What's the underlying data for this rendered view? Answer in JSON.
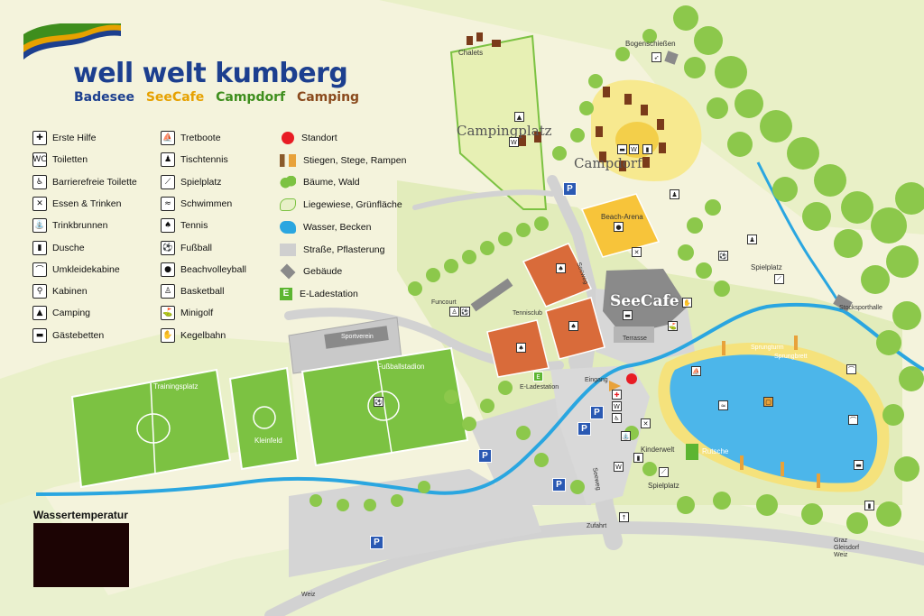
{
  "brand": {
    "name": "well welt kumberg",
    "sub": [
      "Badesee",
      "SeeCafe",
      "Campdorf",
      "Camping"
    ],
    "sub_colors": [
      "#1c3f8f",
      "#e6a100",
      "#3e8e1d",
      "#8a4a1d"
    ],
    "wave_colors": [
      "#1c3f8f",
      "#e6a100",
      "#3e8e1d"
    ]
  },
  "legend_col1": [
    {
      "icon": "first-aid-icon",
      "glyph": "✚",
      "label": "Erste Hilfe"
    },
    {
      "icon": "wc-icon",
      "glyph": "WC",
      "label": "Toiletten"
    },
    {
      "icon": "accessible-wc-icon",
      "glyph": "♿",
      "label": "Barrierefreie Toilette"
    },
    {
      "icon": "food-drink-icon",
      "glyph": "✕",
      "label": "Essen & Trinken"
    },
    {
      "icon": "fountain-icon",
      "glyph": "⛲",
      "label": "Trinkbrunnen"
    },
    {
      "icon": "shower-icon",
      "glyph": "▮",
      "label": "Dusche"
    },
    {
      "icon": "changing-room-icon",
      "glyph": "⌒",
      "label": "Umkleidekabine"
    },
    {
      "icon": "cabin-icon",
      "glyph": "⚲",
      "label": "Kabinen"
    },
    {
      "icon": "camping-icon",
      "glyph": "▲",
      "label": "Camping"
    },
    {
      "icon": "guest-bed-icon",
      "glyph": "▬",
      "label": "Gästebetten"
    }
  ],
  "legend_col2": [
    {
      "icon": "pedal-boat-icon",
      "glyph": "⛵",
      "label": "Tretboote"
    },
    {
      "icon": "table-tennis-icon",
      "glyph": "♟",
      "label": "Tischtennis"
    },
    {
      "icon": "playground-icon",
      "glyph": "⟋",
      "label": "Spielplatz"
    },
    {
      "icon": "swimming-icon",
      "glyph": "≈",
      "label": "Schwimmen"
    },
    {
      "icon": "tennis-icon",
      "glyph": "♠",
      "label": "Tennis"
    },
    {
      "icon": "football-icon",
      "glyph": "⚽",
      "label": "Fußball"
    },
    {
      "icon": "beachvolleyball-icon",
      "glyph": "●",
      "label": "Beachvolleyball"
    },
    {
      "icon": "basketball-icon",
      "glyph": "♙",
      "label": "Basketball"
    },
    {
      "icon": "minigolf-icon",
      "glyph": "⛳",
      "label": "Minigolf"
    },
    {
      "icon": "bowling-icon",
      "glyph": "✋",
      "label": "Kegelbahn"
    }
  ],
  "legend_col3": [
    {
      "type": "dot",
      "color": "#e81c24",
      "label": "Standort"
    },
    {
      "type": "stairs",
      "color": "#e8a23a",
      "label": "Stiegen, Stege, Rampen"
    },
    {
      "type": "trees",
      "color": "#7cc242",
      "label": "Bäume, Wald"
    },
    {
      "type": "lawn",
      "color": "#e8f0c8",
      "label": "Liegewiese, Grünfläche"
    },
    {
      "type": "water",
      "color": "#2aa6e0",
      "label": "Wasser, Becken"
    },
    {
      "type": "road",
      "color": "#cfcfcf",
      "label": "Straße, Pflasterung"
    },
    {
      "type": "building",
      "color": "#8a8a8a",
      "label": "Gebäude"
    },
    {
      "type": "e-station",
      "color": "#5cb531",
      "label": "E-Ladestation"
    }
  ],
  "map_labels": {
    "chalets": "Chalets",
    "campingplatz": "Campingplatz",
    "campdorf": "Campdorf",
    "bogenschiessen": "Bogenschießen",
    "beach_arena": "Beach-Arena",
    "seecafe": "SeeCafe",
    "terrasse": "Terrasse",
    "tennisclub": "Tennisclub",
    "funcourt": "Funcourt",
    "sportverein": "Sportverein",
    "trainingsplatz": "Trainingsplatz",
    "kleinfeld": "Kleinfeld",
    "fussballstadion": "Fußballstadion",
    "e_ladestation": "E-Ladestation",
    "eingang": "Eingang",
    "kinderwelt": "Kinderwelt",
    "rutsche": "Rutsche",
    "spielplatz_a": "Spielplatz",
    "spielplatz_b": "Spielplatz",
    "sprungturm": "Sprungturm",
    "sprungbrett": "Sprungbrett",
    "stocksporthalle": "Stocksporthalle",
    "seeweg_a": "Seeweg",
    "seeweg_b": "Seeweg",
    "zufahrt": "Zufahrt",
    "weiz": "Weiz",
    "dir_graz": "Graz",
    "dir_gleisdorf": "Gleisdorf",
    "dir_weiz": "Weiz"
  },
  "parking_letter": "P",
  "water_temp": {
    "title": "Wassertemperatur",
    "value": ""
  },
  "colors": {
    "lawn": "#e6efc6",
    "forest": "#8cc84b",
    "water": "#2aa6e0",
    "lake": "#4cb6ea",
    "beach": "#f7e27a",
    "road": "#d3d3d3",
    "court": "#d96b3a",
    "pitch": "#7cc242",
    "building": "#8c8c8c",
    "hut": "#7a3b1a"
  }
}
